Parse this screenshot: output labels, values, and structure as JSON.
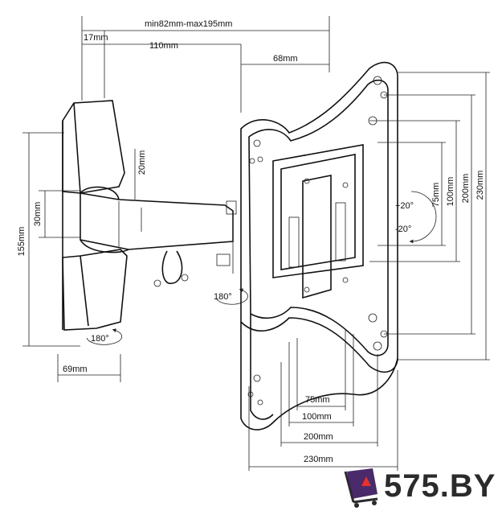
{
  "dimensions": {
    "top_range": "min82mm-max195mm",
    "top_left": "17mm",
    "top_middle": "110mm",
    "top_right": "68mm",
    "arm_height": "20mm",
    "arm_thickness": "30mm",
    "wall_plate_height": "155mm",
    "wall_plate_width": "69mm",
    "vesa_vertical": [
      "75mm",
      "100mm",
      "200mm",
      "230mm"
    ],
    "vesa_horizontal": [
      "75mm",
      "100mm",
      "200mm",
      "230mm"
    ]
  },
  "angles": {
    "tilt_up": "+20°",
    "tilt_down": "-20°",
    "swivel_arm": "180°",
    "swivel_wall": "180°"
  },
  "brand": {
    "text": "575.BY",
    "colors": {
      "box": "#4a2a6a",
      "accent": "#e6312e",
      "text": "#2b2b2b"
    }
  }
}
